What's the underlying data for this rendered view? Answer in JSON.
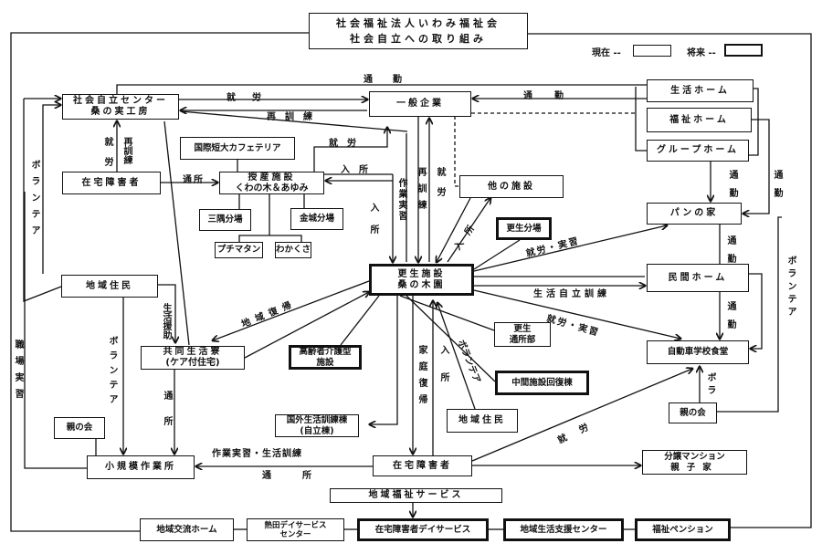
{
  "title": {
    "line1": "社会福祉法人いわみ福祉会",
    "line2": "社会自立への取り組み"
  },
  "legend": {
    "current": "現在 --",
    "future": "将来 --"
  },
  "nodes": {
    "center": {
      "line1": "社会自立センター",
      "line2": "桑の実工房"
    },
    "general_company": "一般企業",
    "seikatsu_home": "生活ホーム",
    "fukushi_home": "福祉ホーム",
    "group_home": "グループホーム",
    "cafeteria": "国際短大カフェテリア",
    "jusan": {
      "line1": "授産施設",
      "line2": "くわの木＆あゆみ"
    },
    "zaitaku_top": "在宅障害者",
    "misumi": "三隅分場",
    "kanagi": "金城分場",
    "puchimatan": "プチマタン",
    "wakakusa": "わかくさ",
    "other_facility": "他の施設",
    "kosei_bunjo": "更生分場",
    "pan": "パンの家",
    "kosei": {
      "line1": "更生施設",
      "line2": "桑の木園"
    },
    "residents_left": "地域住民",
    "minkan_home": "民間ホーム",
    "kosei_tsusho": {
      "line1": "更生",
      "line2": "通所部"
    },
    "driving_school": "自動車学校食堂",
    "kyodo": {
      "line1": "共同生活寮",
      "line2": "(ケア付住宅)"
    },
    "elderly": {
      "line1": "高齢者介護型",
      "line2": "施設"
    },
    "chukan": "中間施設回復棟",
    "residents_right": "地域住民",
    "parents_right": "親の会",
    "parents_left": "親の会",
    "kokugai": {
      "line1": "国外生活訓練棟",
      "line2": "(自立棟)"
    },
    "small_workshop": "小規模作業所",
    "zaitaku_bottom": "在宅障害者",
    "mansion": {
      "line1": "分譲マンション",
      "line2": "親子家"
    },
    "welfare_service": "地域福祉サービス",
    "exchange_home": "地域交流ホーム",
    "atsuta_day": {
      "line1": "熱田デイサービス",
      "line2": "センター"
    },
    "zaitaku_day": "在宅障害者デイサービス",
    "support_center": "地域生活支援センター",
    "pension": "福祉ペンション"
  },
  "edges": {
    "commute_top": "通勤",
    "work_center_company": "就労",
    "retrain_company_center": "再訓練",
    "commute_homes_company": "通勤",
    "work_vertical": "就労",
    "retrain_vertical": "再訓練",
    "work_jusan": "就労",
    "tsusho_jusan": "通所",
    "nyusho_jusan": "入所",
    "work_practice": "作業実習",
    "nyusho_v": "入所",
    "retrain_kosei": "再訓練",
    "work_kosei": "就労",
    "nyusho_other": "入所",
    "work_practice_pan": "就労・実習",
    "commute_gh_pan": "通勤",
    "commute_fh": "通勤",
    "volunteer_left": "ボランテア",
    "volunteer_right": "ボランテア",
    "commute_pan_minkan": "通勤",
    "commute_minkan_school": "通勤",
    "life_support": "生活援助",
    "return_community": "地域復帰",
    "life_independence": "生活自立訓練",
    "work_practice_school": "就労・実習",
    "workplace_practice": "職場実習",
    "volunteer_mid": "ボランテア",
    "tsusho_kyodo": "通所",
    "home_return": "家庭復帰",
    "nyusho_bottom": "入所",
    "volunteer_diag": "ボランテア",
    "vola": "ボラ",
    "work_school": "就労",
    "work_life_training": "作業実習・生活訓練",
    "tsusho_bottom": "通所"
  }
}
